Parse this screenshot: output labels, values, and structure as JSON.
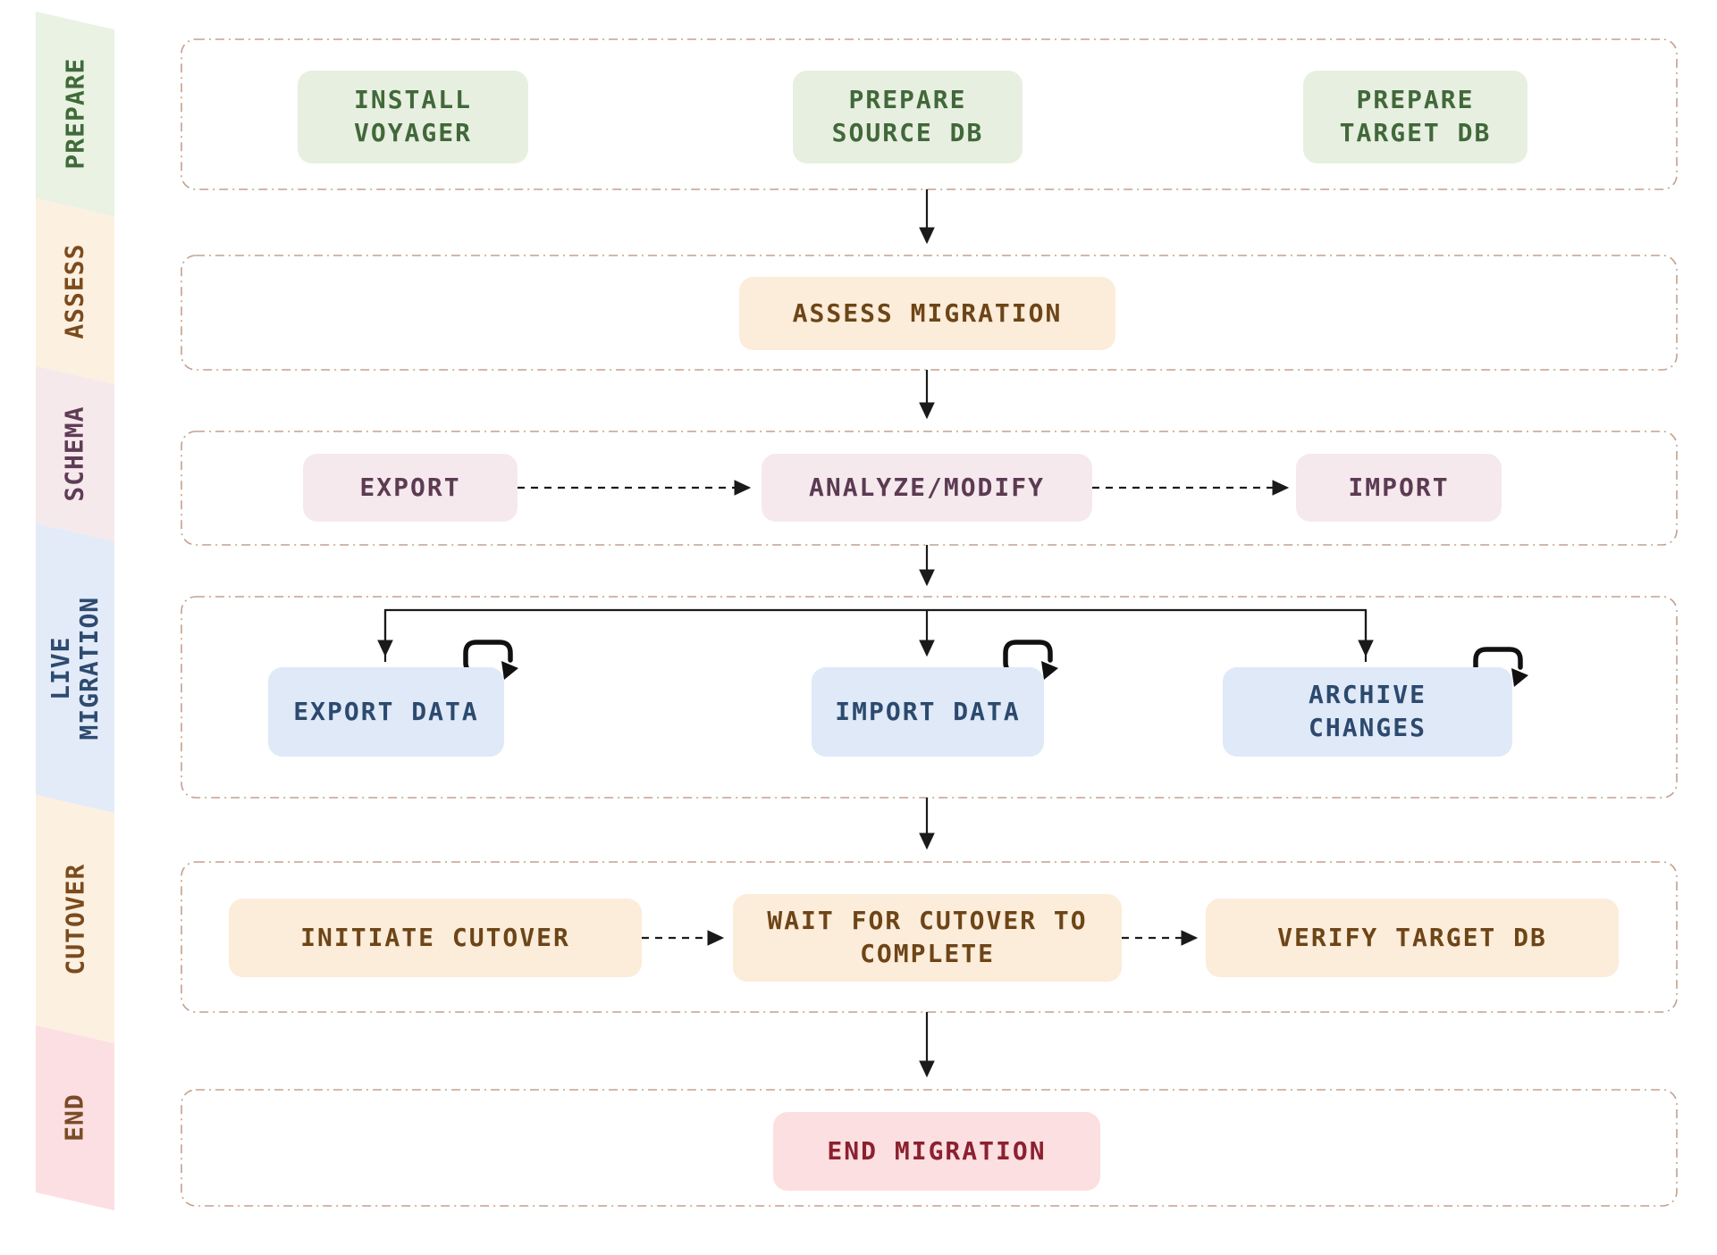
{
  "diagram": {
    "kind": "flowchart",
    "orientation": "top-to-bottom"
  },
  "stages": [
    {
      "label": "PREPARE",
      "band_bg": "#e9f2e3",
      "text_color": "#3f6b39",
      "nodes": [
        {
          "label": "INSTALL\nVOYAGER"
        },
        {
          "label": "PREPARE\nSOURCE DB"
        },
        {
          "label": "PREPARE\nTARGET DB"
        }
      ]
    },
    {
      "label": "ASSESS",
      "band_bg": "#fcf0e0",
      "text_color": "#7b4b1d",
      "nodes": [
        {
          "label": "ASSESS MIGRATION"
        }
      ]
    },
    {
      "label": "SCHEMA",
      "band_bg": "#f6e9ec",
      "text_color": "#5f3c55",
      "nodes": [
        {
          "label": "EXPORT"
        },
        {
          "label": "ANALYZE/MODIFY"
        },
        {
          "label": "IMPORT"
        }
      ]
    },
    {
      "label": "LIVE\nMIGRATION",
      "band_bg": "#e3ebf9",
      "text_color": "#2e4b70",
      "nodes": [
        {
          "label": "EXPORT DATA",
          "icon": "loop-arrow-icon"
        },
        {
          "label": "IMPORT DATA",
          "icon": "loop-arrow-icon"
        },
        {
          "label": "ARCHIVE\nCHANGES",
          "icon": "loop-arrow-icon"
        }
      ]
    },
    {
      "label": "CUTOVER",
      "band_bg": "#fcf0e0",
      "text_color": "#7b4b1d",
      "nodes": [
        {
          "label": "INITIATE CUTOVER"
        },
        {
          "label": "WAIT FOR CUTOVER TO\nCOMPLETE"
        },
        {
          "label": "VERIFY TARGET DB"
        }
      ]
    },
    {
      "label": "END",
      "band_bg": "#fcdfe2",
      "text_color": "#7b4b28",
      "nodes": [
        {
          "label": "END MIGRATION"
        }
      ]
    }
  ],
  "colors": {
    "lane_border": "#c4a08e",
    "arrow": "#1a1a1a",
    "node_green_bg": "#e7f0e0",
    "node_green_text": "#41683a",
    "node_peach_bg": "#fcecda",
    "node_peach_text": "#6d4517",
    "node_plum_bg": "#f5e9ee",
    "node_plum_text": "#5c3b52",
    "node_blue_bg": "#dfe9f8",
    "node_blue_text": "#2c4a6e",
    "node_pink_bg": "#fcdfe1",
    "node_pink_text": "#8b2130"
  }
}
